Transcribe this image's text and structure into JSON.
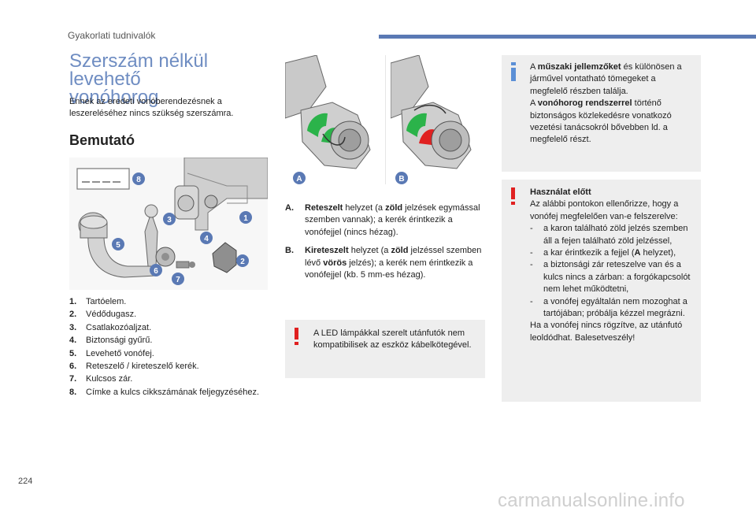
{
  "header": {
    "section": "Gyakorlati tudnivalók"
  },
  "title_line1": "Szerszám nélkül levehető",
  "title_line2": "vonóhorog",
  "intro": "Ennek az eredeti vonóberendezésnek a leszereléséhez nincs szükség szerszámra.",
  "subheading": "Bemutató",
  "parts": [
    {
      "num": "1.",
      "text": "Tartóelem."
    },
    {
      "num": "2.",
      "text": "Védődugasz."
    },
    {
      "num": "3.",
      "text": "Csatlakozóaljzat."
    },
    {
      "num": "4.",
      "text": "Biztonsági gyűrű."
    },
    {
      "num": "5.",
      "text": "Levehető vonófej."
    },
    {
      "num": "6.",
      "text": "Reteszelő / kireteszelő kerék."
    },
    {
      "num": "7.",
      "text": "Kulcsos zár."
    },
    {
      "num": "8.",
      "text": "Címke a kulcs cikkszámának feljegyzéséhez."
    }
  ],
  "figure_badges": [
    "1",
    "2",
    "3",
    "4",
    "5",
    "6",
    "7",
    "8"
  ],
  "figure_labels": {
    "a": "A",
    "b": "B"
  },
  "positions": {
    "a": {
      "label": "A.",
      "t1": "Reteszelt",
      "t2": " helyzet (a ",
      "t3": "zöld",
      "t4": " jelzések egymással szemben vannak); a kerék érintkezik a vonófejjel (nincs hézag)."
    },
    "b": {
      "label": "B.",
      "t1": "Kireteszelt",
      "t2": " helyzet (a ",
      "t3": "zöld",
      "t4": " jelzéssel szemben lévő ",
      "t5": "vörös",
      "t6": " jelzés); a kerék nem érintkezik a vonófejjel (kb. 5 mm-es hézag)."
    }
  },
  "warning_led": "A LED lámpákkal szerelt utánfutók nem kompatibilisek az eszköz kábelkötegével.",
  "info": {
    "p1": "A ",
    "p1b": "műszaki jellemzőket",
    "p1c": " és különösen a járművel vontatható tömegeket a megfelelő részben találja.",
    "p2": "A ",
    "p2b": "vonóhorog rendszerrel",
    "p2c": " történő biztonságos közlekedésre vonatkozó vezetési tanácsokról bővebben ld. a megfelelő részt."
  },
  "before_use": {
    "title": "Használat előtt",
    "intro": "Az alábbi pontokon ellenőrizze, hogy a vonófej megfelelően van-e felszerelve:",
    "items": [
      {
        "dash": "-",
        "text": "a karon található zöld jelzés szemben áll a fejen található zöld jelzéssel,"
      },
      {
        "dash": "-",
        "text_a": "a kar érintkezik a fejjel (",
        "text_b": "A",
        "text_c": " helyzet),"
      },
      {
        "dash": "-",
        "text": "a biztonsági zár reteszelve van és a kulcs nincs a zárban: a forgókapcsolót nem lehet működtetni,"
      },
      {
        "dash": "-",
        "text": "a vonófej egyáltalán nem mozoghat a tartójában; próbálja kézzel megrázni."
      }
    ],
    "outro": "Ha a vonófej nincs rögzítve, az utánfutó leoldódhat. Balesetveszély!"
  },
  "page_number": "224",
  "watermark": "carmanualsonline.info",
  "colors": {
    "accent_blue": "#5a79b4",
    "title_blue": "#6f8dc2",
    "warning_red": "#e02020",
    "info_blue": "#5b8fd6",
    "green": "#2bb34a"
  }
}
